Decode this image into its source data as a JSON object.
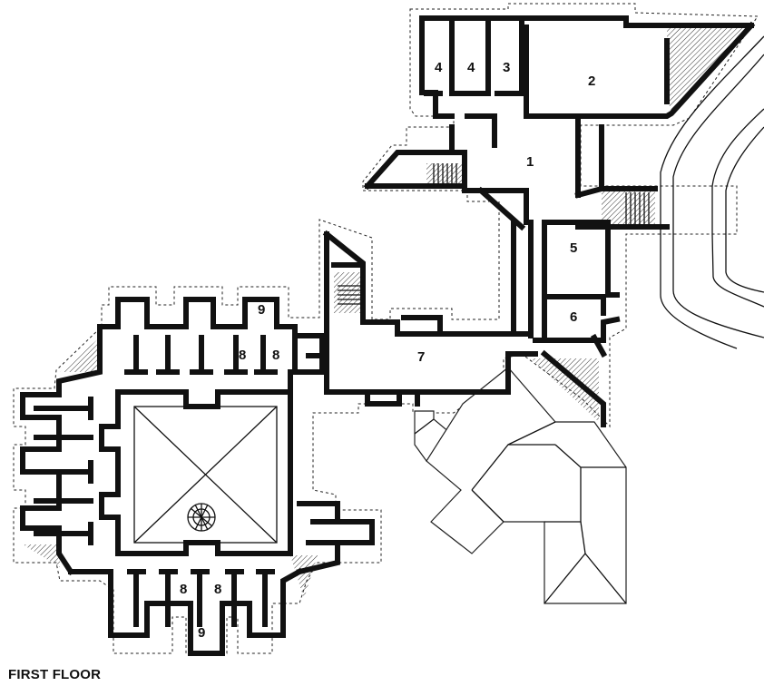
{
  "title": "FIRST FLOOR",
  "room_labels": [
    "1",
    "2",
    "3",
    "4",
    "4",
    "5",
    "6",
    "7",
    "8",
    "8",
    "8",
    "8",
    "9",
    "9"
  ]
}
